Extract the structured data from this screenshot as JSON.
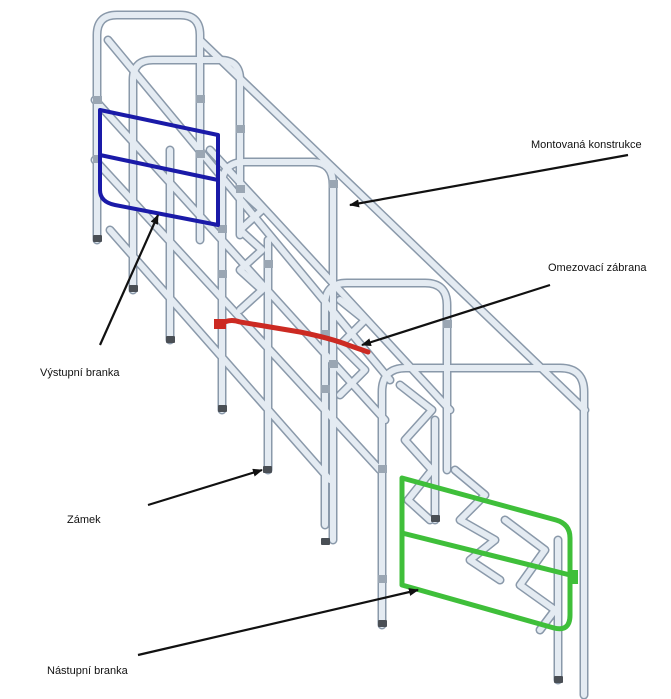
{
  "labels": {
    "montovana": "Montovaná konstrukce",
    "omezovaci": "Omezovací zábrana",
    "vystupni": "Výstupní branka",
    "zamek": "Zámek",
    "nastupni": "Nástupní branka"
  },
  "colors": {
    "pipe_fill": "#e4ebf2",
    "pipe_edge": "#8a99aa",
    "exit_gate": "#1a1aa8",
    "restraint_bar": "#cc2a22",
    "entry_gate": "#3fbf3a",
    "arrow": "#111111"
  }
}
